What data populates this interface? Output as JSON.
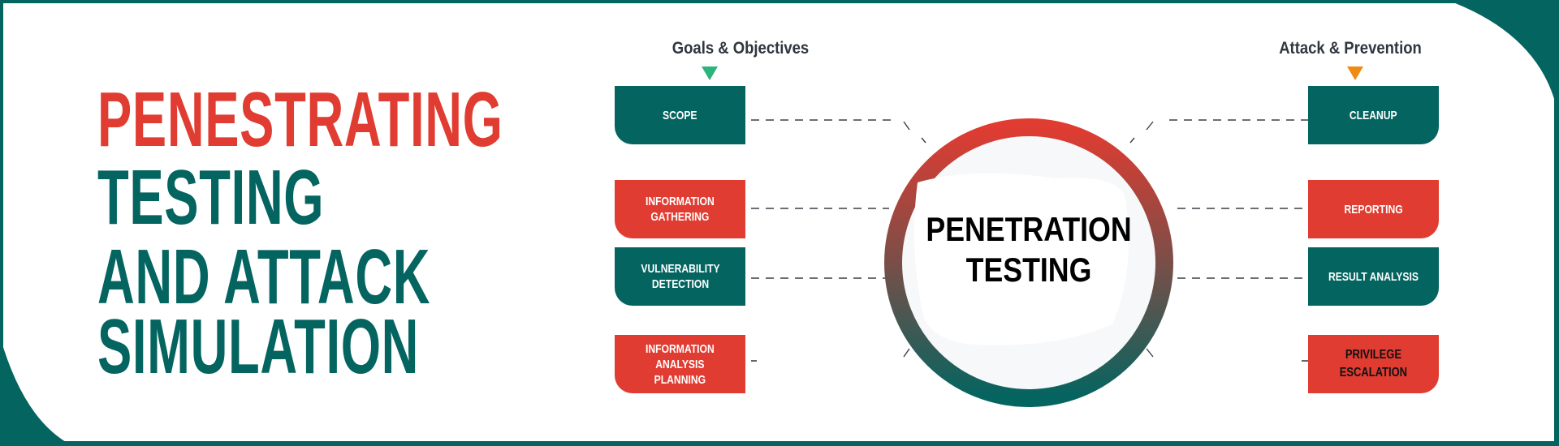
{
  "title": {
    "line1": "PENESTRATING",
    "line2": "TESTING",
    "line3": "AND ATTACK",
    "line4": "SIMULATION"
  },
  "colors": {
    "red": "#e03c31",
    "teal": "#046460",
    "green_marker": "#2bb57a",
    "orange_marker": "#f08a12"
  },
  "diagram": {
    "center": {
      "line1": "PENETRATION",
      "line2": "TESTING"
    },
    "left_header": "Goals & Objectives",
    "right_header": "Attack & Prevention",
    "left_items": [
      {
        "line1": "SCOPE",
        "line2": "",
        "line3": ""
      },
      {
        "line1": "INFORMATION",
        "line2": "GATHERING",
        "line3": ""
      },
      {
        "line1": "VULNERABILITY",
        "line2": "DETECTION",
        "line3": ""
      },
      {
        "line1": "INFORMATION",
        "line2": "ANALYSIS",
        "line3": "PLANNING"
      }
    ],
    "right_items": [
      {
        "line1": "CLEANUP",
        "line2": ""
      },
      {
        "line1": "REPORTING",
        "line2": ""
      },
      {
        "line1": "RESULT ANALYSIS",
        "line2": ""
      },
      {
        "line1": "PRIVILEGE",
        "line2": "ESCALATION"
      }
    ]
  }
}
